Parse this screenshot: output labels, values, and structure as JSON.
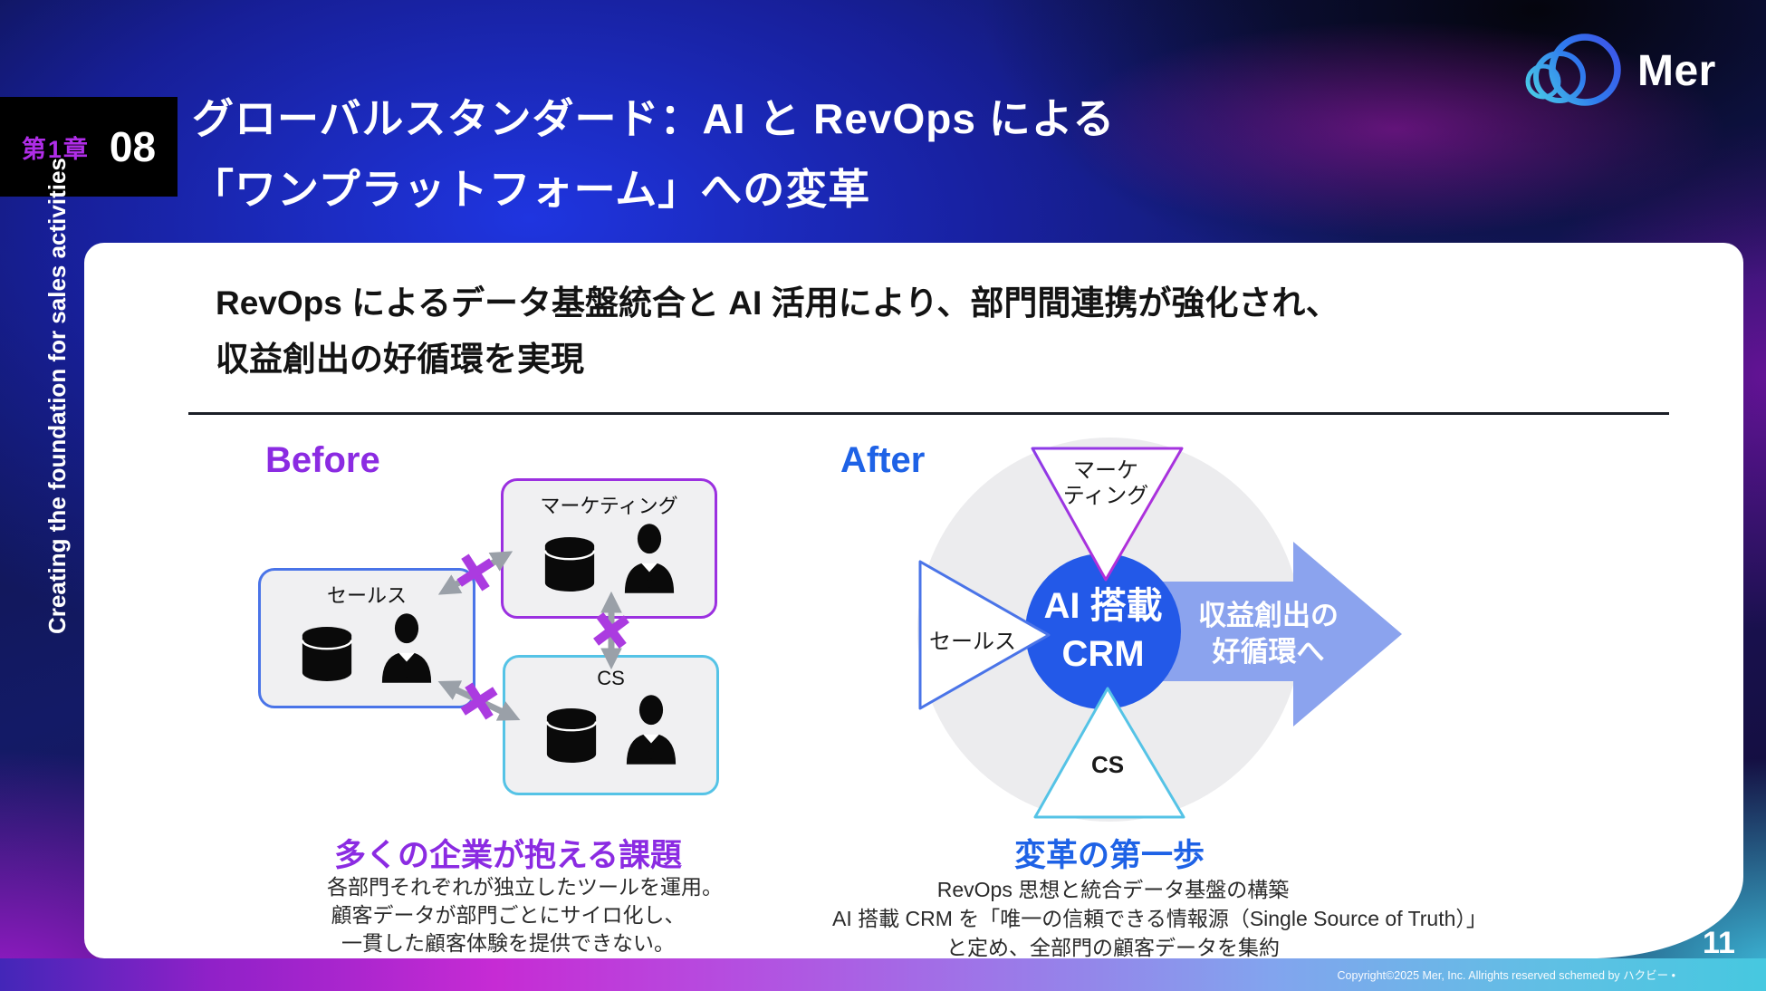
{
  "slide": {
    "chapter_label": "第1章",
    "chapter_number": "08",
    "title_line1": "グローバルスタンダード：AI と RevOps による",
    "title_line2": "「ワンプラットフォーム」への変革",
    "logo_text": "Mer",
    "sidebar_text": "Creating the foundation for sales activities",
    "page_number": "11",
    "copyright": "Copyright©2025 Mer, Inc. Allrights reserved schemed by ハクビー •"
  },
  "card": {
    "heading_line1": "RevOps によるデータ基盤統合と AI 活用により、部門間連携が強化され、",
    "heading_line2": "収益創出の好循環を実現"
  },
  "before": {
    "label": "Before",
    "boxes": [
      {
        "name": "セールス"
      },
      {
        "name": "マーケティング"
      },
      {
        "name": "CS"
      }
    ],
    "caption_title": "多くの企業が抱える課題",
    "caption_lines": [
      "各部門それぞれが独立したツールを運用。",
      "顧客データが部門ごとにサイロ化し、",
      "一貫した顧客体験を提供できない。"
    ]
  },
  "after": {
    "label": "After",
    "center_line1": "AI 搭載",
    "center_line2": "CRM",
    "triangle_top_line1": "マーケ",
    "triangle_top_line2": "ティング",
    "triangle_left": "セールス",
    "triangle_bottom": "CS",
    "arrow_line1": "収益創出の",
    "arrow_line2": "好循環へ",
    "caption_title": "変革の第一歩",
    "caption_lines": [
      "RevOps 思想と統合データ基盤の構築",
      "AI 搭載 CRM を「唯一の信頼できる情報源（Single Source of Truth）」",
      "と定め、全部門の顧客データを集約"
    ]
  },
  "colors": {
    "accent_purple": "#8B2BE2",
    "accent_blue": "#1E62E6",
    "crm_circle_blue": "#2359E8",
    "arrow_blue": "#8BA3EE",
    "sales_border": "#4A74E8",
    "marketing_border": "#9B30E0",
    "cs_border": "#55C3E6",
    "x_mark": "#AB3BE0",
    "connector_gray": "#9AA0A8"
  }
}
